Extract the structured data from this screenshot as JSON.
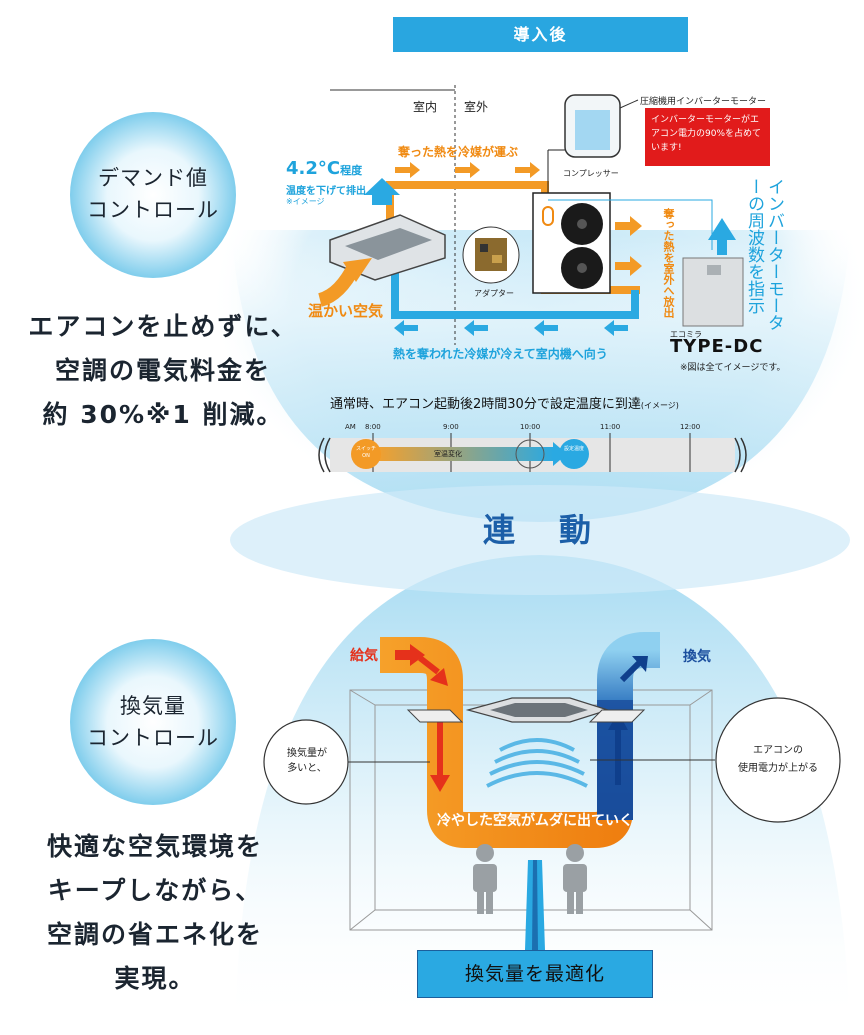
{
  "header": {
    "label": "導入後"
  },
  "top": {
    "indoor_label": "室内",
    "outdoor_label": "室外",
    "temp_value": "4.2°C",
    "temp_suffix": "程度",
    "temp_desc": "温度を下げて排出",
    "temp_note": "※イメージ",
    "heat_carry": "奪った熱を冷媒が運ぶ",
    "warm_air": "温かい空気",
    "cooled_refrigerant": "熱を奪われた冷媒が冷えて室内機へ向う",
    "release_heat": "奪った熱を室外へ放出",
    "compressor_motor": "圧縮機用インバーターモーター",
    "compressor": "コンプレッサー",
    "adapter": "アダプター",
    "red_note": "インバーターモーターがエアコン電力の90%を占めています!",
    "inverter_instruction": "インバーターモーターの周波数を指示",
    "brand_small": "エコミラ",
    "brand": "TYPE-DC",
    "image_note": "※図は全てイメージです。",
    "timeline_title": "通常時、エアコン起動後2時間30分で設定温度に到達",
    "timeline_title_note": "(イメージ)",
    "timeline": {
      "times": [
        "AM",
        "8:00",
        "9:00",
        "10:00",
        "11:00",
        "12:00"
      ],
      "switch_on": "スイッチON",
      "room_temp_change": "室温変化",
      "set_temp": "設定温度"
    },
    "left_circle": "デマンド値\nコントロール",
    "left_text": "エアコンを止めずに、\n空調の電気料金を\n約 30%※1 削減。"
  },
  "link": {
    "label": "連　動"
  },
  "bottom": {
    "supply_air": "給気",
    "exhaust_air": "換気",
    "too_much_ventilation": "換気量が\n多いと、",
    "power_increase": "エアコンの\n使用電力が上がる",
    "cool_air_escapes": "冷やした空気がムダに出ていく",
    "optimize_button": "換気量を最適化",
    "left_circle": "換気量\nコントロール",
    "left_text": "快適な空気環境を\nキープしながら、\n空調の省エネ化を\n実現。"
  },
  "colors": {
    "accent_blue": "#1ea3dc",
    "accent_orange": "#f08a12",
    "red": "#e11b1b",
    "navy": "#0f3f8c"
  }
}
